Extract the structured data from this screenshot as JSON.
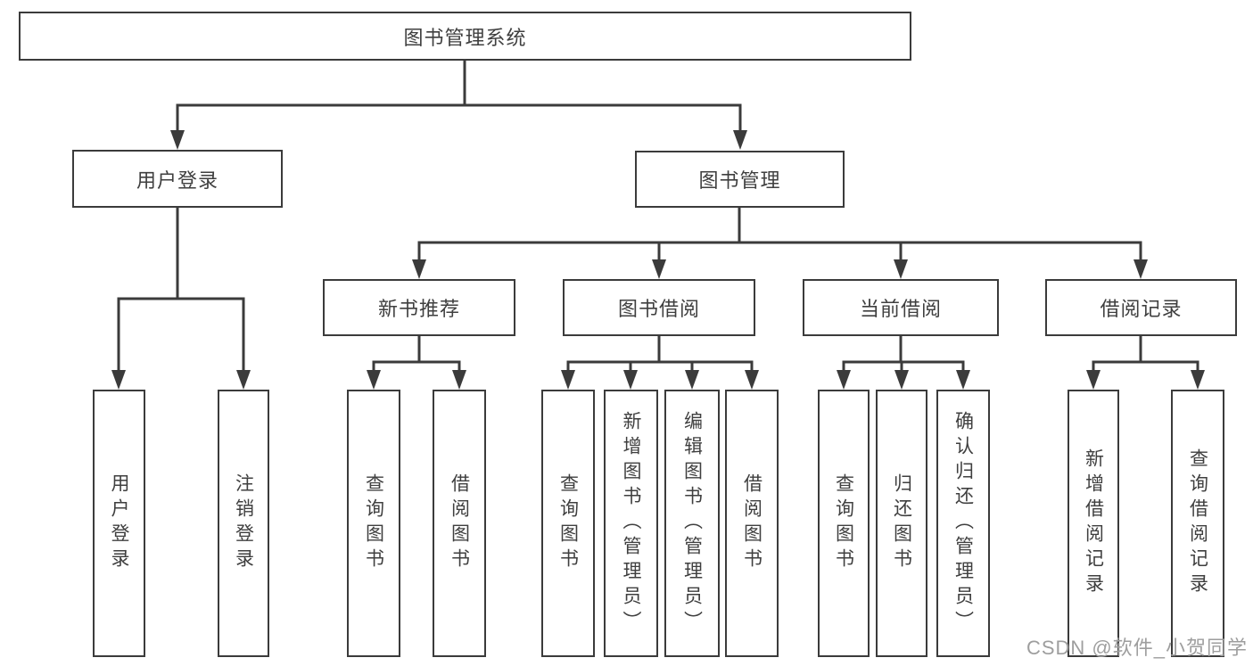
{
  "tree": {
    "root": "图书管理系统",
    "l1": [
      {
        "label": "用户登录"
      },
      {
        "label": "图书管理"
      }
    ],
    "l2": [
      {
        "label": "新书推荐"
      },
      {
        "label": "图书借阅"
      },
      {
        "label": "当前借阅"
      },
      {
        "label": "借阅记录"
      }
    ],
    "leaves": {
      "userLogin": [
        "用户登录",
        "注销登录"
      ],
      "newBook": [
        "查询图书",
        "借阅图书"
      ],
      "bookBorrow": [
        "查询图书",
        "新增图书（管理员）",
        "编辑图书（管理员）",
        "借阅图书"
      ],
      "currentBorrow": [
        "查询图书",
        "归还图书",
        "确认归还（管理员）"
      ],
      "records": [
        "新增借阅记录",
        "查询借阅记录"
      ]
    }
  },
  "watermark": "CSDN @软件_小贺同学",
  "colors": {
    "line": "#3b3b3b",
    "text": "#3f3f3f",
    "background": "#ffffff",
    "watermark": "#9e9e9e"
  }
}
